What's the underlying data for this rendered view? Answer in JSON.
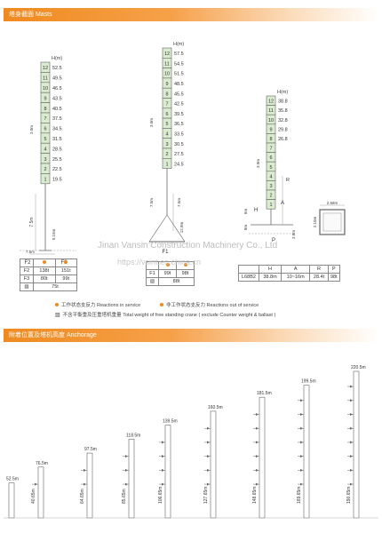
{
  "header1": {
    "title": "塔身截面 Masts"
  },
  "header2": {
    "title": "附着位置及塔机高度  Anchorage"
  },
  "colors": {
    "accent": "#f08a1f",
    "section_green": "#d9ecd0",
    "line": "#666666"
  },
  "tower1": {
    "h_label": "H(m)",
    "sections": [
      {
        "n": "12",
        "h": "52.5"
      },
      {
        "n": "11",
        "h": "49.5"
      },
      {
        "n": "10",
        "h": "46.5"
      },
      {
        "n": "9",
        "h": "43.5"
      },
      {
        "n": "8",
        "h": "40.5"
      },
      {
        "n": "7",
        "h": "37.5"
      },
      {
        "n": "6",
        "h": "34.5"
      },
      {
        "n": "5",
        "h": "31.5"
      },
      {
        "n": "4",
        "h": "28.5"
      },
      {
        "n": "3",
        "h": "25.5"
      },
      {
        "n": "2",
        "h": "22.5"
      },
      {
        "n": "1",
        "h": "19.5"
      }
    ],
    "dim_7_5m": "7.5m",
    "dim_3m": "3.0m",
    "dim_0_15m": "0.15m",
    "dim_base": "7.5m",
    "f2": "F2",
    "f3": "F3",
    "table": {
      "rows": [
        {
          "label": "F2",
          "a": "138t",
          "b": "151t"
        },
        {
          "label": "F3",
          "a": "80t",
          "b": "99t"
        }
      ],
      "total": "75t"
    }
  },
  "tower2": {
    "h_label": "H(m)",
    "sections": [
      {
        "n": "12",
        "h": "57.5"
      },
      {
        "n": "11",
        "h": "54.5"
      },
      {
        "n": "10",
        "h": "51.5"
      },
      {
        "n": "9",
        "h": "48.5"
      },
      {
        "n": "8",
        "h": "45.5"
      },
      {
        "n": "7",
        "h": "42.5"
      },
      {
        "n": "6",
        "h": "39.5"
      },
      {
        "n": "5",
        "h": "36.5"
      },
      {
        "n": "4",
        "h": "33.5"
      },
      {
        "n": "3",
        "h": "30.5"
      },
      {
        "n": "2",
        "h": "27.5"
      },
      {
        "n": "1",
        "h": "24.5"
      }
    ],
    "dim_3m": "3.0m",
    "dim_7_5m": "7.5m",
    "dim_base": "12.8m",
    "dim_side": "7.5m",
    "f1": "F1",
    "table": {
      "label": "F1",
      "a": "99t",
      "b": "98t",
      "total": "88t"
    }
  },
  "tower3": {
    "h_label": "H(m)",
    "sections": [
      {
        "n": "12",
        "h": "38.8"
      },
      {
        "n": "11",
        "h": "35.8"
      },
      {
        "n": "10",
        "h": "32.8"
      },
      {
        "n": "9",
        "h": "29.8"
      },
      {
        "n": "8",
        "h": "26.8"
      },
      {
        "n": "7",
        "h": ""
      },
      {
        "n": "6",
        "h": ""
      },
      {
        "n": "5",
        "h": ""
      },
      {
        "n": "4",
        "h": ""
      },
      {
        "n": "3",
        "h": ""
      },
      {
        "n": "2",
        "h": ""
      },
      {
        "n": "1",
        "h": ""
      }
    ],
    "labels": {
      "h": "H",
      "a": "A",
      "r": "R",
      "p": "P"
    },
    "dims": {
      "d3m": "3.0m",
      "d1": "6m",
      "d2": "8m",
      "d3": "3.8m"
    },
    "section_box": {
      "top": "2.58m",
      "side": "2.10m"
    },
    "table": {
      "headers": [
        "H",
        "A",
        "R",
        "P"
      ],
      "model": "L68B2",
      "values": [
        "38.8m",
        "10~16m",
        "28.4t",
        "98t"
      ]
    }
  },
  "legend": {
    "in_service": "工作状态支反力 Reactions in service",
    "out_service": "非工作状态支反力 Reactions out of service",
    "total_weight": "不含平衡重及压重塔机重量 Total weight of free standing crane ( exclude Counter weight & ballast )"
  },
  "watermark": {
    "text": "Jinan Vansin Construction Machinery Co., Ltd",
    "url": "https://vsint.en.china.cn"
  },
  "anchorage": {
    "towers": [
      {
        "top": "52.5m",
        "side": ""
      },
      {
        "top": "76.5m",
        "side": "40.65m"
      },
      {
        "top": "97.5m",
        "side": "64.65m"
      },
      {
        "top": "118.5m",
        "side": "85.65m"
      },
      {
        "top": "139.5m",
        "side": "106.65m"
      },
      {
        "top": "160.5m",
        "side": "127.65m"
      },
      {
        "top": "181.5m",
        "side": "148.65m"
      },
      {
        "top": "199.5m",
        "side": "169.65m"
      },
      {
        "top": "220.5m",
        "side": "190.65m"
      }
    ]
  }
}
